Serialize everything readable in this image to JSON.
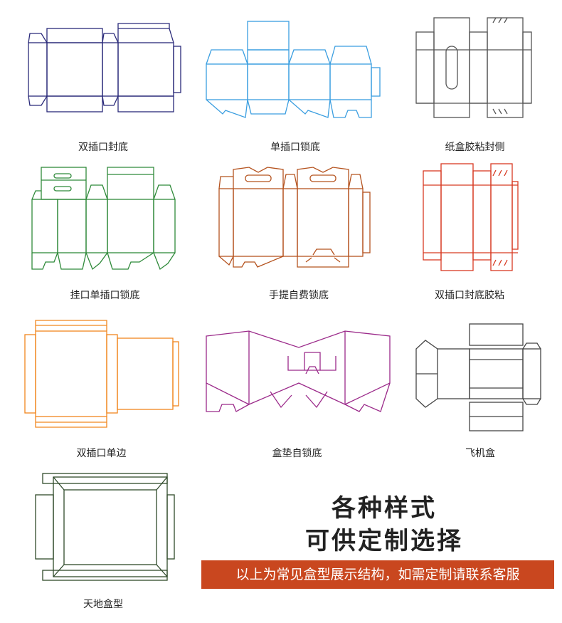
{
  "colors": {
    "navy": "#2a2a7a",
    "blue": "#3a9ee0",
    "gray": "#555555",
    "green": "#2f8a3a",
    "rust": "#b5531f",
    "red": "#d83a22",
    "orange": "#f0861e",
    "purple": "#9b2a8a",
    "darkgray": "#444444",
    "darkgreen": "#2f4a2a",
    "banner": "#c9471f"
  },
  "boxes": [
    {
      "label": "双插口封底"
    },
    {
      "label": "单插口锁底"
    },
    {
      "label": "纸盒胶粘封侧"
    },
    {
      "label": "挂口单插口锁底"
    },
    {
      "label": "手提自费锁底"
    },
    {
      "label": "双插口封底胶粘"
    },
    {
      "label": "双插口单边"
    },
    {
      "label": "盒垫自锁底"
    },
    {
      "label": "飞机盒"
    },
    {
      "label": "天地盒型"
    }
  ],
  "headline": {
    "line1": "各种样式",
    "line2": "可供定制选择"
  },
  "banner": {
    "text": "以上为常见盒型展示结构，如需定制请联系客服"
  }
}
